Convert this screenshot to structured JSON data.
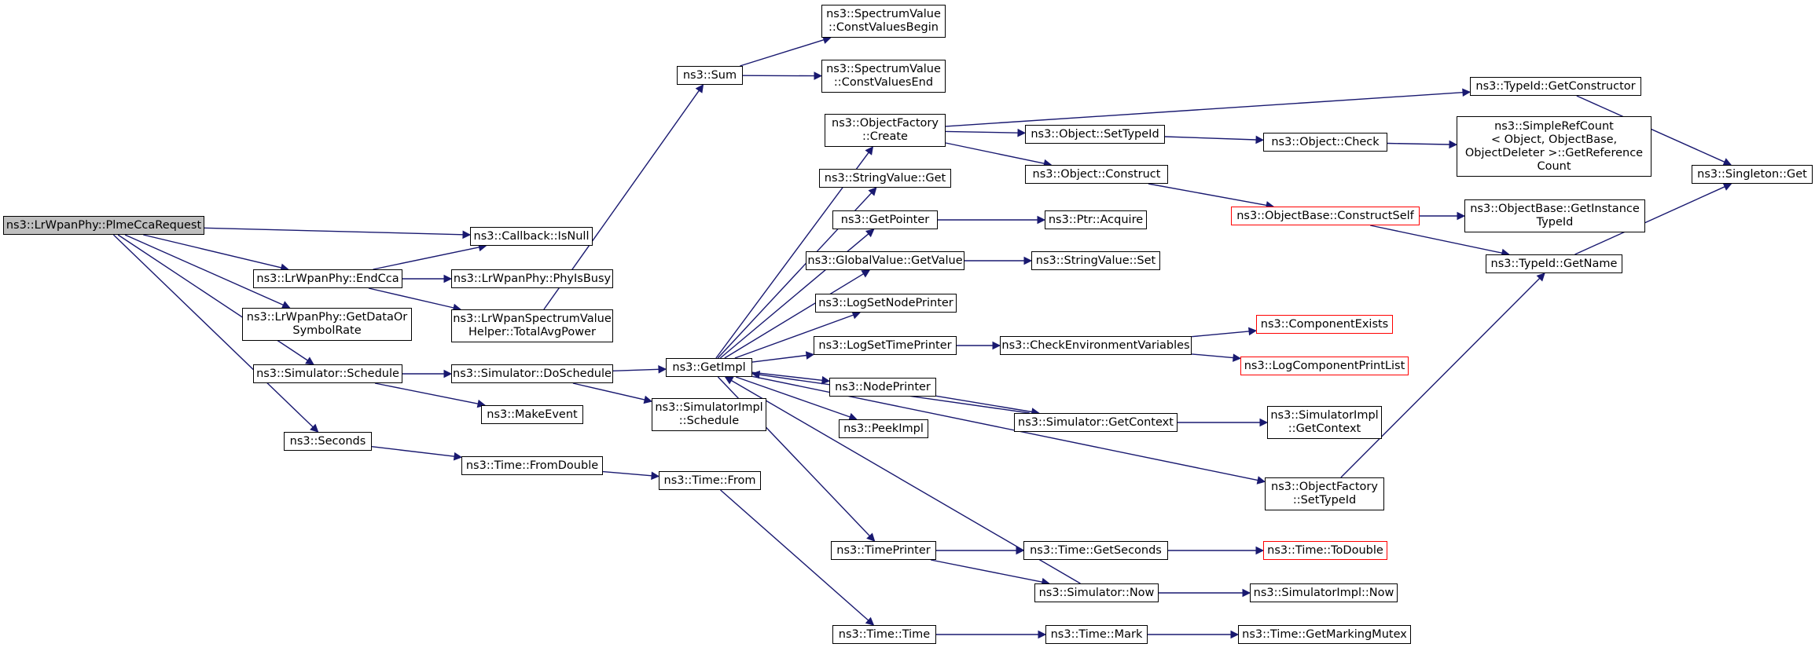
{
  "colors": {
    "edge": "#191970",
    "border": "#000000",
    "incomplete_border": "#ff0000",
    "root_fill": "#bfbfbf"
  },
  "nodes": {
    "plme_cca_request": "ns3::LrWpanPhy::PlmeCcaRequest",
    "end_cca": "ns3::LrWpanPhy::EndCca",
    "callback_isnull": "ns3::Callback::IsNull",
    "phy_is_busy": "ns3::LrWpanPhy::PhyIsBusy",
    "total_avg_power": "ns3::LrWpanSpectrumValue\nHelper::TotalAvgPower",
    "get_data_or_symbol_rate": "ns3::LrWpanPhy::GetDataOr\nSymbolRate",
    "simulator_schedule": "ns3::Simulator::Schedule",
    "simulator_doschedule": "ns3::Simulator::DoSchedule",
    "make_event": "ns3::MakeEvent",
    "seconds": "ns3::Seconds",
    "time_fromdouble": "ns3::Time::FromDouble",
    "time_from": "ns3::Time::From",
    "sum": "ns3::Sum",
    "const_values_begin": "ns3::SpectrumValue\n::ConstValuesBegin",
    "const_values_end": "ns3::SpectrumValue\n::ConstValuesEnd",
    "getimpl": "ns3::GetImpl",
    "simulatorimpl_schedule": "ns3::SimulatorImpl\n::Schedule",
    "objectfactory_create": "ns3::ObjectFactory\n::Create",
    "stringvalue_get": "ns3::StringValue::Get",
    "getpointer": "ns3::GetPointer",
    "globalvalue_getvalue": "ns3::GlobalValue::GetValue",
    "logsetnodeprinter": "ns3::LogSetNodePrinter",
    "logsettimeprinter": "ns3::LogSetTimePrinter",
    "nodeprinter": "ns3::NodePrinter",
    "peekimpl": "ns3::PeekImpl",
    "timeprinter": "ns3::TimePrinter",
    "time_time": "ns3::Time::Time",
    "object_settypeid": "ns3::Object::SetTypeId",
    "object_construct": "ns3::Object::Construct",
    "ptr_acquire": "ns3::Ptr::Acquire",
    "stringvalue_set": "ns3::StringValue::Set",
    "check_env_vars": "ns3::CheckEnvironmentVariables",
    "simulator_getcontext": "ns3::Simulator::GetContext",
    "time_getseconds": "ns3::Time::GetSeconds",
    "simulator_now": "ns3::Simulator::Now",
    "time_mark": "ns3::Time::Mark",
    "object_check": "ns3::Object::Check",
    "objectbase_constructself": "ns3::ObjectBase::ConstructSelf",
    "component_exists": "ns3::ComponentExists",
    "log_component_print_list": "ns3::LogComponentPrintList",
    "simulatorimpl_getcontext": "ns3::SimulatorImpl\n::GetContext",
    "objectfactory_settypeid": "ns3::ObjectFactory\n::SetTypeId",
    "time_todouble": "ns3::Time::ToDouble",
    "simulatorimpl_now": "ns3::SimulatorImpl::Now",
    "time_getmarkingmutex": "ns3::Time::GetMarkingMutex",
    "typeid_getconstructor": "ns3::TypeId::GetConstructor",
    "simplerefcount": "ns3::SimpleRefCount\n< Object, ObjectBase,\n ObjectDeleter >::GetReference\nCount",
    "objectbase_getinstancetypeid": "ns3::ObjectBase::GetInstance\nTypeId",
    "typeid_getname": "ns3::TypeId::GetName",
    "singleton_get": "ns3::Singleton::Get"
  },
  "edges": [
    [
      "plme_cca_request",
      "callback_isnull"
    ],
    [
      "plme_cca_request",
      "end_cca"
    ],
    [
      "plme_cca_request",
      "get_data_or_symbol_rate"
    ],
    [
      "plme_cca_request",
      "simulator_schedule"
    ],
    [
      "plme_cca_request",
      "seconds"
    ],
    [
      "end_cca",
      "callback_isnull"
    ],
    [
      "end_cca",
      "phy_is_busy"
    ],
    [
      "end_cca",
      "total_avg_power"
    ],
    [
      "total_avg_power",
      "sum"
    ],
    [
      "sum",
      "const_values_begin"
    ],
    [
      "sum",
      "const_values_end"
    ],
    [
      "simulator_schedule",
      "simulator_doschedule"
    ],
    [
      "simulator_schedule",
      "make_event"
    ],
    [
      "simulator_doschedule",
      "getimpl"
    ],
    [
      "simulator_doschedule",
      "simulatorimpl_schedule"
    ],
    [
      "seconds",
      "time_fromdouble"
    ],
    [
      "time_fromdouble",
      "time_from"
    ],
    [
      "time_from",
      "time_time"
    ],
    [
      "getimpl",
      "objectfactory_create"
    ],
    [
      "getimpl",
      "stringvalue_get"
    ],
    [
      "getimpl",
      "getpointer"
    ],
    [
      "getimpl",
      "globalvalue_getvalue"
    ],
    [
      "getimpl",
      "logsetnodeprinter"
    ],
    [
      "getimpl",
      "logsettimeprinter"
    ],
    [
      "getimpl",
      "nodeprinter"
    ],
    [
      "getimpl",
      "peekimpl"
    ],
    [
      "getimpl",
      "objectfactory_settypeid"
    ],
    [
      "getimpl",
      "timeprinter"
    ],
    [
      "simulator_getcontext",
      "getimpl"
    ],
    [
      "simulator_now",
      "getimpl"
    ],
    [
      "objectfactory_create",
      "typeid_getconstructor"
    ],
    [
      "objectfactory_create",
      "object_settypeid"
    ],
    [
      "objectfactory_create",
      "object_construct"
    ],
    [
      "object_settypeid",
      "object_check"
    ],
    [
      "object_check",
      "simplerefcount"
    ],
    [
      "object_construct",
      "objectbase_constructself"
    ],
    [
      "objectbase_constructself",
      "objectbase_getinstancetypeid"
    ],
    [
      "objectbase_constructself",
      "typeid_getname"
    ],
    [
      "typeid_getconstructor",
      "singleton_get"
    ],
    [
      "typeid_getname",
      "singleton_get"
    ],
    [
      "getpointer",
      "ptr_acquire"
    ],
    [
      "globalvalue_getvalue",
      "stringvalue_set"
    ],
    [
      "logsettimeprinter",
      "check_env_vars"
    ],
    [
      "check_env_vars",
      "component_exists"
    ],
    [
      "check_env_vars",
      "log_component_print_list"
    ],
    [
      "nodeprinter",
      "simulator_getcontext"
    ],
    [
      "simulator_getcontext",
      "simulatorimpl_getcontext"
    ],
    [
      "objectfactory_settypeid",
      "typeid_getname"
    ],
    [
      "timeprinter",
      "time_getseconds"
    ],
    [
      "timeprinter",
      "simulator_now"
    ],
    [
      "time_getseconds",
      "time_todouble"
    ],
    [
      "simulator_now",
      "simulatorimpl_now"
    ],
    [
      "time_time",
      "time_mark"
    ],
    [
      "time_mark",
      "time_getmarkingmutex"
    ]
  ]
}
